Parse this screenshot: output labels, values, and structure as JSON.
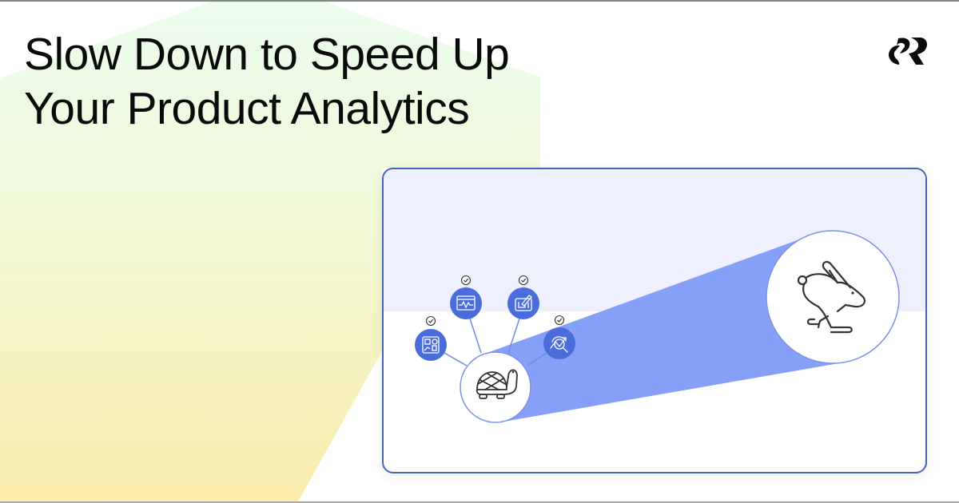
{
  "title": {
    "line1": "Slow Down to Speed Up",
    "line2": "Your Product Analytics"
  },
  "logo": {
    "icon": "brand-logo-icon",
    "color": "#0a0a0a"
  },
  "colors": {
    "card_border": "#4464b8",
    "card_top_band": "#eef1fd",
    "beam": "#86a0f7",
    "node_fill": "#4a6ddb",
    "circle_stroke": "#7b93e8",
    "bg_green": "#ecfdee",
    "bg_yellow": "#fbedac"
  },
  "diagram": {
    "start": {
      "icon": "turtle-icon",
      "meaning": "slow"
    },
    "end": {
      "icon": "rabbit-icon",
      "meaning": "fast"
    },
    "nodes": [
      {
        "icon": "dashboard-icon",
        "status": "check-icon"
      },
      {
        "icon": "monitor-chart-icon",
        "status": "check-icon"
      },
      {
        "icon": "design-tools-icon",
        "status": "check-icon"
      },
      {
        "icon": "trend-search-icon",
        "status": "check-icon"
      }
    ]
  }
}
